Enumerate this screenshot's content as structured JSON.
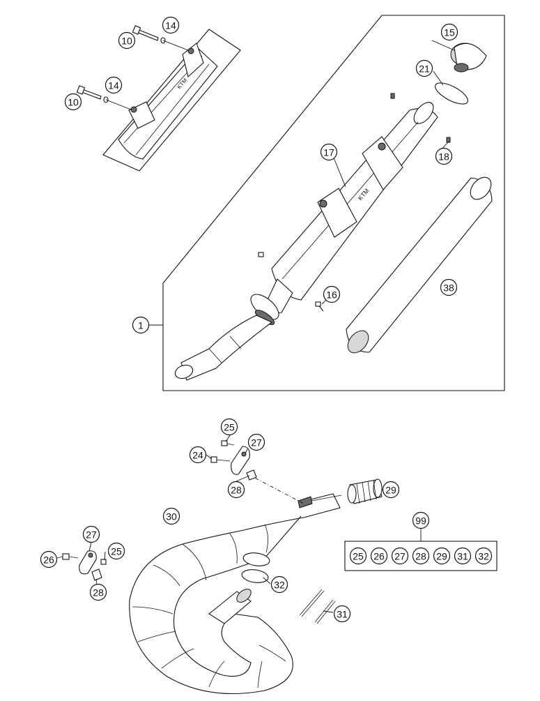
{
  "callouts": {
    "c10a": "10",
    "c14a": "14",
    "c10b": "10",
    "c14b": "14",
    "c15": "15",
    "c21": "21",
    "c17": "17",
    "c18": "18",
    "c16": "16",
    "c38": "38",
    "c1": "1",
    "c25a": "25",
    "c27a": "27",
    "c24": "24",
    "c28a": "28",
    "c29": "29",
    "c30": "30",
    "c99": "99",
    "c27b": "27",
    "c25b": "25",
    "c26": "26",
    "c28b": "28",
    "c32": "32",
    "c31": "31"
  },
  "kit": [
    "25",
    "26",
    "27",
    "28",
    "29",
    "31",
    "32"
  ]
}
